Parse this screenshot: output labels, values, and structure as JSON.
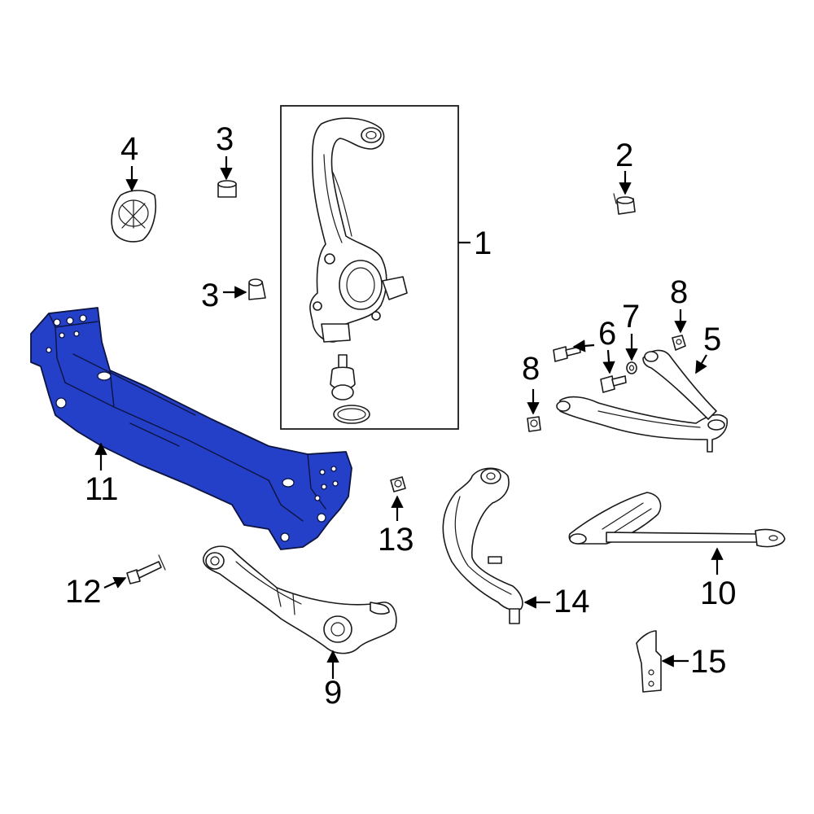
{
  "diagram": {
    "highlight_color": "#2440c8",
    "callouts": [
      {
        "id": "c1",
        "label": "1"
      },
      {
        "id": "c2",
        "label": "2"
      },
      {
        "id": "c3a",
        "label": "3"
      },
      {
        "id": "c3b",
        "label": "3"
      },
      {
        "id": "c4",
        "label": "4"
      },
      {
        "id": "c5",
        "label": "5"
      },
      {
        "id": "c6",
        "label": "6"
      },
      {
        "id": "c7",
        "label": "7"
      },
      {
        "id": "c8a",
        "label": "8"
      },
      {
        "id": "c8b",
        "label": "8"
      },
      {
        "id": "c9",
        "label": "9"
      },
      {
        "id": "c10",
        "label": "10"
      },
      {
        "id": "c11",
        "label": "11"
      },
      {
        "id": "c12",
        "label": "12"
      },
      {
        "id": "c13",
        "label": "13"
      },
      {
        "id": "c14",
        "label": "14"
      },
      {
        "id": "c15",
        "label": "15"
      }
    ]
  }
}
